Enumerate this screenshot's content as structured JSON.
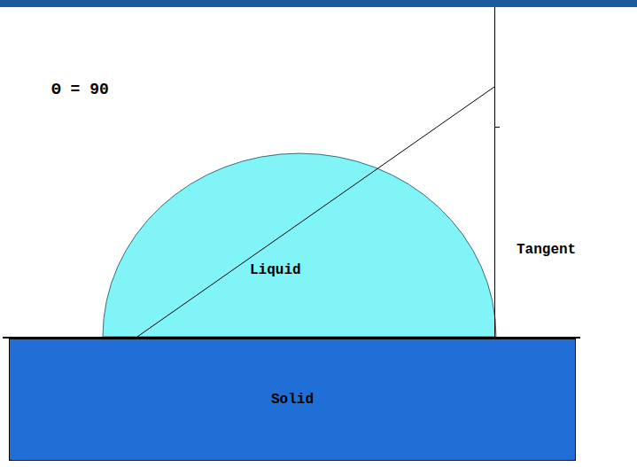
{
  "diagram": {
    "nodes": [
      {
        "text": [
          "Liquid"
        ]
      },
      {
        "text": [
          "Solid"
        ]
      }
    ],
    "labels": [
      "Θ = 90",
      "Tangent"
    ]
  }
}
